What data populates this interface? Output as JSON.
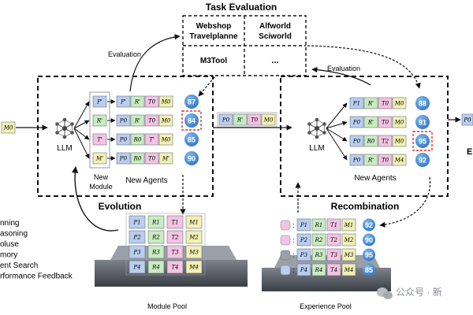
{
  "task_evaluation": {
    "title": "Task Evaluation",
    "boxes": [
      {
        "lines": [
          "Webshop",
          "Travelplanne"
        ]
      },
      {
        "lines": [
          "Alfworld",
          "Sciworld"
        ]
      },
      {
        "lines": [
          "M3Tool"
        ]
      },
      {
        "lines": [
          "..."
        ]
      }
    ]
  },
  "arrows": {
    "evaluation_left": "Evaluation",
    "evaluation_right": "Evaluation"
  },
  "evolution": {
    "title": "Evolution",
    "llm_label": "LLM",
    "new_module_lines": [
      "New",
      "Module"
    ],
    "new_agents_label": "New Agents",
    "agents": [
      {
        "cells": [
          "P'",
          "R'",
          "T0",
          "M0"
        ],
        "score": "87"
      },
      {
        "cells": [
          "P0",
          "R'",
          "T0",
          "M0"
        ],
        "score": "84",
        "selected": true
      },
      {
        "cells": [
          "P0",
          "R0",
          "T'",
          "M0"
        ],
        "score": "85"
      },
      {
        "cells": [
          "P0",
          "R0",
          "T0",
          "M'"
        ],
        "score": "90"
      }
    ],
    "new_modules": [
      "P'",
      "R'",
      "T'",
      "M'"
    ],
    "input_agent_cells": [
      "M0"
    ]
  },
  "transfer_agent_cells": [
    "P0",
    "R'",
    "T0",
    "M0"
  ],
  "recombination": {
    "title": "Recombination",
    "llm_label": "LLM",
    "new_agents_label": "New Agents",
    "agents": [
      {
        "cells": [
          "P1",
          "R'",
          "T0",
          "M0"
        ],
        "score": "88"
      },
      {
        "cells": [
          "P0",
          "R'",
          "T0",
          "M0"
        ],
        "score": "91"
      },
      {
        "cells": [
          "P0",
          "R0",
          "T2",
          "M0"
        ],
        "score": "95",
        "selected": true
      },
      {
        "cells": [
          "P0",
          "R'",
          "T0",
          "M4"
        ],
        "score": "92"
      }
    ]
  },
  "right_edge": {
    "cell": "P0",
    "text": "E"
  },
  "left_list": [
    "nning",
    "asoning",
    "oluse",
    "mory",
    "ent Search",
    "rformance Feedback"
  ],
  "module_pool": {
    "label": "Module Pool",
    "rows": [
      [
        "P1",
        "R1",
        "T1",
        "M1"
      ],
      [
        "P2",
        "R2",
        "T2",
        "M2"
      ],
      [
        "P3",
        "R3",
        "T3",
        "M3"
      ],
      [
        "P4",
        "R4",
        "T4",
        "M4"
      ]
    ]
  },
  "experience_pool": {
    "label": "Experience Pool",
    "rows": [
      {
        "cells": [
          "P1",
          "R1",
          "T1",
          "M1"
        ],
        "score": "92"
      },
      {
        "cells": [
          "P2",
          "R2",
          "T2",
          "M2"
        ],
        "score": "90"
      },
      {
        "cells": [
          "P3",
          "R3",
          "T3",
          "M3"
        ],
        "score": "95"
      },
      {
        "cells": [
          "P4",
          "R4",
          "T4",
          "M4"
        ],
        "score": "85"
      }
    ]
  },
  "watermark": "公众号 · 新",
  "colors": {
    "P": "#b9cdf0",
    "R": "#c8ecc0",
    "T": "#f3c3e4",
    "M": "#f3f0b4",
    "score": "#3a86d8",
    "selected": "#e03030",
    "pool_base": "#555a63"
  }
}
